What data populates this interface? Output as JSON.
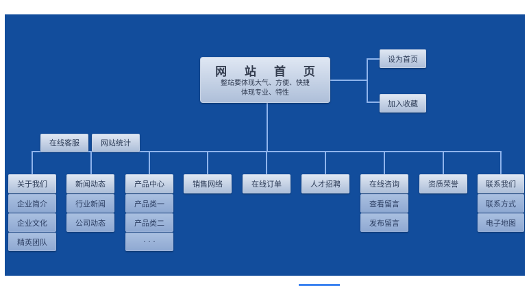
{
  "diagram": {
    "background_color": "#124d9c",
    "line_color": "#8fb4ec",
    "root": {
      "title": "网 站 首 页",
      "subtitle_line1": "整站要体现大气、方便、快捷",
      "subtitle_line2": "体现专业、特性"
    },
    "right_actions": [
      "设为首页",
      "加入收藏"
    ],
    "top_left_tools": [
      "在线客服",
      "网站统计"
    ],
    "columns": [
      {
        "label": "关于我们",
        "children": [
          "企业简介",
          "企业文化",
          "精英团队"
        ]
      },
      {
        "label": "新闻动态",
        "children": [
          "行业新闻",
          "公司动态"
        ]
      },
      {
        "label": "产品中心",
        "children": [
          "产品类一",
          "产品类二",
          "· · ·"
        ]
      },
      {
        "label": "销售网络",
        "children": []
      },
      {
        "label": "在线订单",
        "children": []
      },
      {
        "label": "人才招聘",
        "children": []
      },
      {
        "label": "在线咨询",
        "children": [
          "查看留言",
          "发布留言"
        ]
      },
      {
        "label": "资质荣誉",
        "children": []
      },
      {
        "label": "联系我们",
        "children": [
          "联系方式",
          "电子地图"
        ]
      }
    ]
  }
}
